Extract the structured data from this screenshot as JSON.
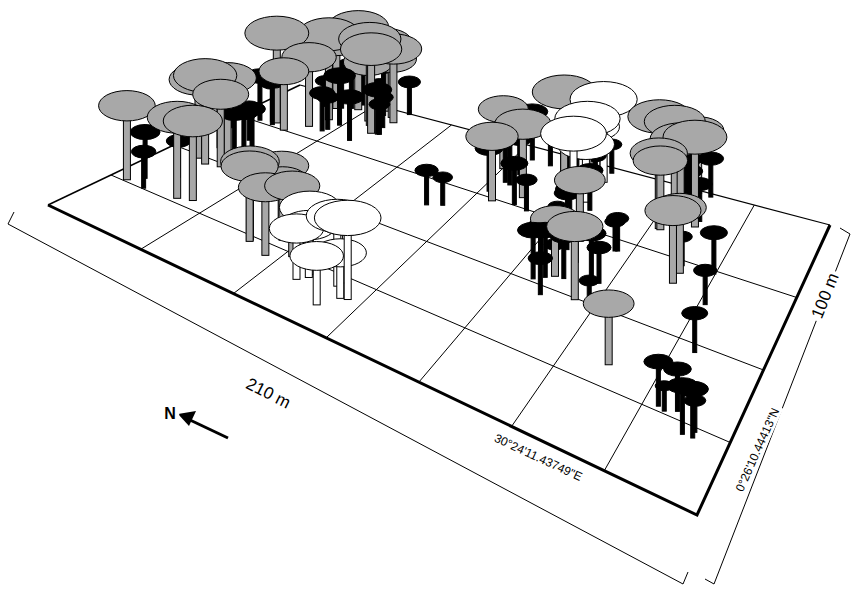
{
  "diagram": {
    "labels": [
      "210 m",
      "100 m",
      "N",
      "30°24'11.43749\"E",
      "0°26'10.44413\"N"
    ]
  }
}
